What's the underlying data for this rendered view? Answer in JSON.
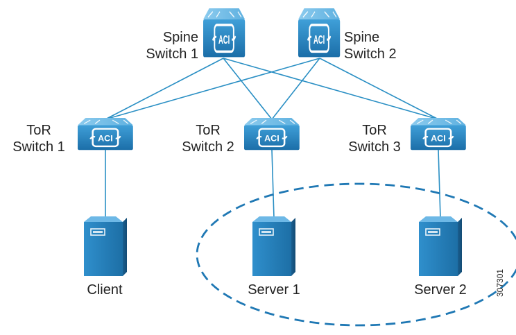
{
  "colors": {
    "link_line": "#2a8fc4",
    "device_light": "#3d9fd8",
    "device_mid": "#1f78b4",
    "device_dark": "#155a8a",
    "device_top": "#79c0ea",
    "dashed_ellipse": "#1f78b4",
    "text": "#222222"
  },
  "nodes": {
    "spine1": {
      "line1": "Spine",
      "line2": "Switch 1",
      "icon": "aci-switch-icon"
    },
    "spine2": {
      "line1": "Spine",
      "line2": "Switch 2",
      "icon": "aci-switch-icon"
    },
    "tor1": {
      "line1": "ToR",
      "line2": "Switch 1",
      "icon": "aci-switch-icon"
    },
    "tor2": {
      "line1": "ToR",
      "line2": "Switch 2",
      "icon": "aci-switch-icon"
    },
    "tor3": {
      "line1": "ToR",
      "line2": "Switch 3",
      "icon": "aci-switch-icon"
    },
    "client": {
      "label": "Client",
      "icon": "server-tower-icon"
    },
    "server1": {
      "label": "Server 1",
      "icon": "server-tower-icon"
    },
    "server2": {
      "label": "Server 2",
      "icon": "server-tower-icon"
    }
  },
  "switch_badge": "ACI",
  "figure_id": "307301",
  "links": [
    [
      "spine1",
      "tor1"
    ],
    [
      "spine1",
      "tor2"
    ],
    [
      "spine1",
      "tor3"
    ],
    [
      "spine2",
      "tor1"
    ],
    [
      "spine2",
      "tor2"
    ],
    [
      "spine2",
      "tor3"
    ],
    [
      "tor1",
      "client"
    ],
    [
      "tor2",
      "server1"
    ],
    [
      "tor3",
      "server2"
    ]
  ]
}
